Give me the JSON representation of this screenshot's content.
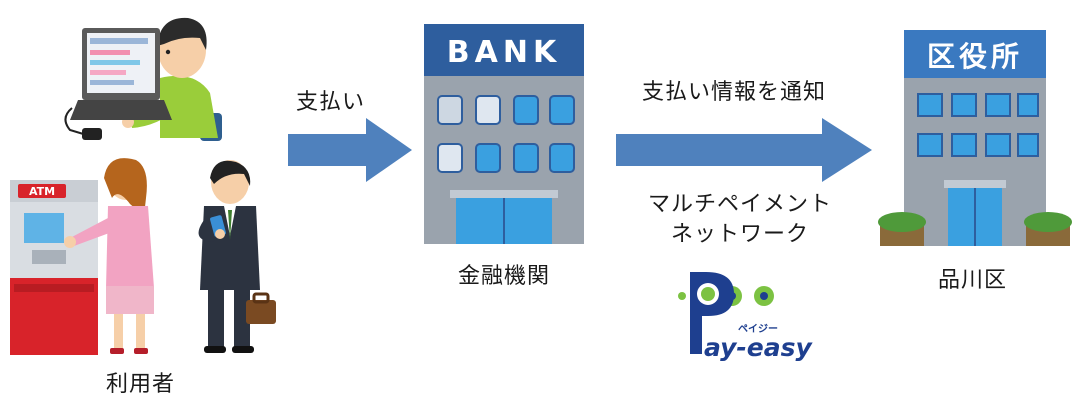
{
  "labels": {
    "user": "利用者",
    "bank": "金融機関",
    "office": "品川区",
    "payment": "支払い",
    "notify": "支払い情報を通知",
    "network_line1": "マルチペイメント",
    "network_line2": "ネットワーク"
  },
  "bank_sign": "BANK",
  "office_sign": "区役所",
  "atm_sign": "ATM",
  "payeasy": {
    "wordmark": "ay-easy",
    "reading": "ペイジー"
  },
  "colors": {
    "arrow": "#4f81bd",
    "bank_sign": "#2e5e9e",
    "office_sign": "#3a79c0",
    "window": "#3aa0e0",
    "building_gray": "#9aa3ad",
    "shrub": "#4f9a3a",
    "atm_red": "#d8232a",
    "payeasy_green": "#7cc242",
    "payeasy_blue": "#1e3f8f"
  }
}
